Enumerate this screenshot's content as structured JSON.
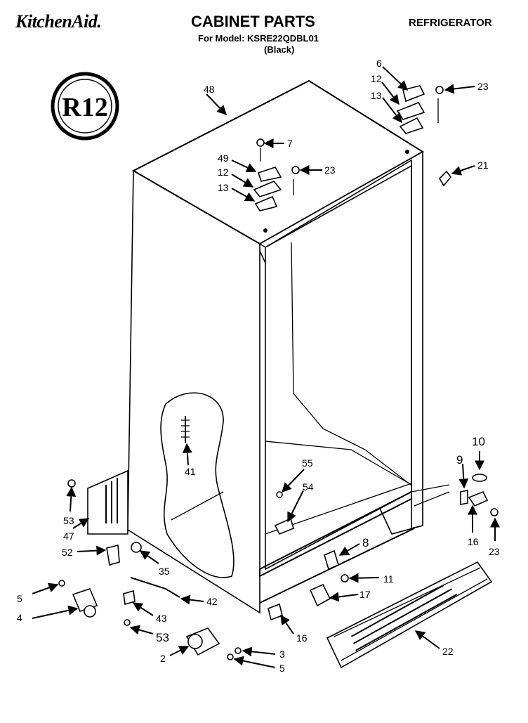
{
  "header": {
    "brand": "KitchenAid.",
    "title": "CABINET PARTS",
    "model_line": "For Model: KSRE22QDBL01",
    "color_line": "(Black)",
    "category": "REFRIGERATOR"
  },
  "badge": {
    "text": "R12"
  },
  "callouts": {
    "c48": "48",
    "c6": "6",
    "c12a": "12",
    "c13a": "13",
    "c23a": "23",
    "c7": "7",
    "c49": "49",
    "c12b": "12",
    "c13b": "13",
    "c23b": "23",
    "c21": "21",
    "c41": "41",
    "c10": "10",
    "c9": "9",
    "c55": "55",
    "c54": "54",
    "c53a": "53",
    "c47": "47",
    "c52": "52",
    "c35": "35",
    "c8": "8",
    "c16a": "16",
    "c23c": "23",
    "c11": "11",
    "c17": "17",
    "c5a": "5",
    "c4": "4",
    "c42": "42",
    "c43": "43",
    "c53b": "53",
    "c16b": "16",
    "c22": "22",
    "c3": "3",
    "c2": "2",
    "c5b": "5"
  }
}
